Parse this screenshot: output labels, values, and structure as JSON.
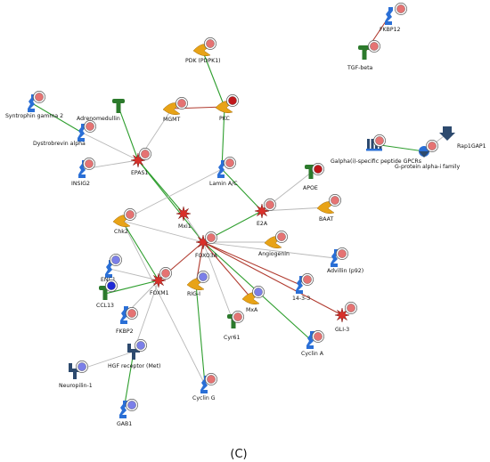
{
  "caption": "(C)",
  "colors": {
    "edge_green": "#2e9e2e",
    "edge_red": "#b03a2e",
    "edge_gray": "#b8b8b8",
    "marker_red_fill": "#e57373",
    "marker_blue_fill": "#7b7fe8",
    "marker_darkblue_fill": "#1f2ad6",
    "marker_darkred_fill": "#c0181c",
    "shape_red": "#d9302a",
    "shape_orange": "#e8a317",
    "shape_blue": "#2a6fd6",
    "shape_green": "#2c7a2c",
    "shape_navy": "#2d4a6e"
  },
  "nodes": [
    {
      "id": "fkbp12",
      "label": "FKBP12",
      "icon": "blue-bracket-icon",
      "marker": "red"
    },
    {
      "id": "tgfb",
      "label": "TGF-beta",
      "icon": "green-t-icon",
      "marker": "red"
    },
    {
      "id": "pdk",
      "label": "PDK (PDPK1)",
      "icon": "orange-kinase-icon",
      "marker": "red"
    },
    {
      "id": "syntro",
      "label": "Syntrophin gamma 2",
      "icon": "blue-bracket-icon",
      "marker": "red"
    },
    {
      "id": "adreno",
      "label": "Adrenomedullin",
      "icon": "green-t-icon",
      "marker": "none"
    },
    {
      "id": "mgmt",
      "label": "MGMT",
      "icon": "orange-kinase-icon",
      "marker": "red"
    },
    {
      "id": "pkc",
      "label": "PKC",
      "icon": "orange-kinase-icon",
      "marker": "darkred"
    },
    {
      "id": "dystro",
      "label": "Dystrobrevin alpha",
      "icon": "blue-bracket-icon",
      "marker": "red"
    },
    {
      "id": "insig2",
      "label": "INSIG2",
      "icon": "blue-bracket-icon",
      "marker": "red"
    },
    {
      "id": "epas1",
      "label": "EPAS1",
      "icon": "red-star-icon",
      "marker": "red"
    },
    {
      "id": "galpha",
      "label": "Galpha(i)-specific peptide GPCRs",
      "icon": "gpcr-icon",
      "marker": "red"
    },
    {
      "id": "gprot",
      "label": "G-protein alpha-i family",
      "icon": "gprotein-icon",
      "marker": "red"
    },
    {
      "id": "rap1",
      "label": "Rap1GAP1",
      "icon": "navy-arrow-icon",
      "marker": "none"
    },
    {
      "id": "lamin",
      "label": "Lamin A/C",
      "icon": "blue-bracket-icon",
      "marker": "red"
    },
    {
      "id": "apoe",
      "label": "APOE",
      "icon": "green-t-icon",
      "marker": "darkred"
    },
    {
      "id": "baat",
      "label": "BAAT",
      "icon": "orange-kinase-icon",
      "marker": "red"
    },
    {
      "id": "e2a",
      "label": "E2A",
      "icon": "red-star-icon",
      "marker": "red"
    },
    {
      "id": "chk2",
      "label": "Chk2",
      "icon": "orange-kinase-icon",
      "marker": "red"
    },
    {
      "id": "mxi1",
      "label": "Mxi1",
      "icon": "red-star-icon",
      "marker": "none"
    },
    {
      "id": "angio",
      "label": "Angiogenin",
      "icon": "orange-kinase-icon",
      "marker": "red"
    },
    {
      "id": "foxo3a",
      "label": "FOXO3A",
      "icon": "red-star-icon",
      "marker": "red"
    },
    {
      "id": "advillin",
      "label": "Advillin (p92)",
      "icon": "blue-bracket-icon",
      "marker": "red"
    },
    {
      "id": "enc1",
      "label": "ENC1",
      "icon": "blue-bracket-icon",
      "marker": "blue"
    },
    {
      "id": "ccl13",
      "label": "CCL13",
      "icon": "green-t-icon",
      "marker": "darkblue"
    },
    {
      "id": "foxm1",
      "label": "FOXM1",
      "icon": "red-star-icon",
      "marker": "red"
    },
    {
      "id": "rig1",
      "label": "RIG-I",
      "icon": "orange-kinase-icon",
      "marker": "blue"
    },
    {
      "id": "mxa",
      "label": "MxA",
      "icon": "orange-kinase-icon",
      "marker": "blue"
    },
    {
      "id": "1433",
      "label": "14-3-3",
      "icon": "blue-bracket-icon",
      "marker": "red"
    },
    {
      "id": "fkbp2",
      "label": "FKBP2",
      "icon": "blue-bracket-icon",
      "marker": "red"
    },
    {
      "id": "cyr61",
      "label": "Cyr61",
      "icon": "green-t-icon",
      "marker": "red"
    },
    {
      "id": "gli3",
      "label": "GLI-3",
      "icon": "red-star-icon",
      "marker": "red"
    },
    {
      "id": "hgfr",
      "label": "HGF receptor (Met)",
      "icon": "navy-receptor-icon",
      "marker": "blue"
    },
    {
      "id": "cyclina",
      "label": "Cyclin A",
      "icon": "blue-bracket-icon",
      "marker": "red"
    },
    {
      "id": "neuro",
      "label": "Neuropilin-1",
      "icon": "navy-receptor-icon",
      "marker": "blue"
    },
    {
      "id": "cycling",
      "label": "Cyclin G",
      "icon": "blue-bracket-icon",
      "marker": "red"
    },
    {
      "id": "gab1",
      "label": "GAB1",
      "icon": "blue-bracket-icon",
      "marker": "blue"
    }
  ],
  "edges": [
    {
      "from": "tgfb",
      "to": "fkbp12",
      "color": "red"
    },
    {
      "from": "pdk",
      "to": "pkc",
      "color": "green"
    },
    {
      "from": "syntro",
      "to": "dystro",
      "color": "green"
    },
    {
      "from": "mgmt",
      "to": "pkc",
      "color": "red"
    },
    {
      "from": "pkc",
      "to": "lamin",
      "color": "green"
    },
    {
      "from": "adreno",
      "to": "epas1",
      "color": "green"
    },
    {
      "from": "mgmt",
      "to": "epas1",
      "color": "gray"
    },
    {
      "from": "dystro",
      "to": "epas1",
      "color": "gray"
    },
    {
      "from": "insig2",
      "to": "epas1",
      "color": "gray"
    },
    {
      "from": "galpha",
      "to": "gprot",
      "color": "green"
    },
    {
      "from": "gprot",
      "to": "rap1",
      "color": "gray"
    },
    {
      "from": "epas1",
      "to": "mxi1",
      "color": "green"
    },
    {
      "from": "epas1",
      "to": "foxo3a",
      "color": "green"
    },
    {
      "from": "lamin",
      "to": "e2a",
      "color": "green"
    },
    {
      "from": "lamin",
      "to": "chk2",
      "color": "gray"
    },
    {
      "from": "apoe",
      "to": "e2a",
      "color": "gray"
    },
    {
      "from": "baat",
      "to": "e2a",
      "color": "gray"
    },
    {
      "from": "e2a",
      "to": "foxo3a",
      "color": "green"
    },
    {
      "from": "angio",
      "to": "foxo3a",
      "color": "gray"
    },
    {
      "from": "mxi1",
      "to": "foxo3a",
      "color": "gray"
    },
    {
      "from": "chk2",
      "to": "foxo3a",
      "color": "gray"
    },
    {
      "from": "chk2",
      "to": "foxm1",
      "color": "green"
    },
    {
      "from": "chk2",
      "to": "cycling",
      "color": "gray"
    },
    {
      "from": "advillin",
      "to": "foxo3a",
      "color": "gray"
    },
    {
      "from": "foxo3a",
      "to": "foxm1",
      "color": "red"
    },
    {
      "from": "foxo3a",
      "to": "rig1",
      "color": "red"
    },
    {
      "from": "foxo3a",
      "to": "mxa",
      "color": "red"
    },
    {
      "from": "foxo3a",
      "to": "1433",
      "color": "red"
    },
    {
      "from": "foxo3a",
      "to": "gli3",
      "color": "red"
    },
    {
      "from": "foxo3a",
      "to": "cyclina",
      "color": "green"
    },
    {
      "from": "foxo3a",
      "to": "cyr61",
      "color": "gray"
    },
    {
      "from": "enc1",
      "to": "foxm1",
      "color": "gray"
    },
    {
      "from": "ccl13",
      "to": "foxm1",
      "color": "green"
    },
    {
      "from": "fkbp2",
      "to": "foxm1",
      "color": "gray"
    },
    {
      "from": "foxm1",
      "to": "hgfr",
      "color": "gray"
    },
    {
      "from": "hgfr",
      "to": "gab1",
      "color": "green"
    },
    {
      "from": "hgfr",
      "to": "neuro",
      "color": "gray"
    },
    {
      "from": "rig1",
      "to": "cycling",
      "color": "green"
    }
  ]
}
